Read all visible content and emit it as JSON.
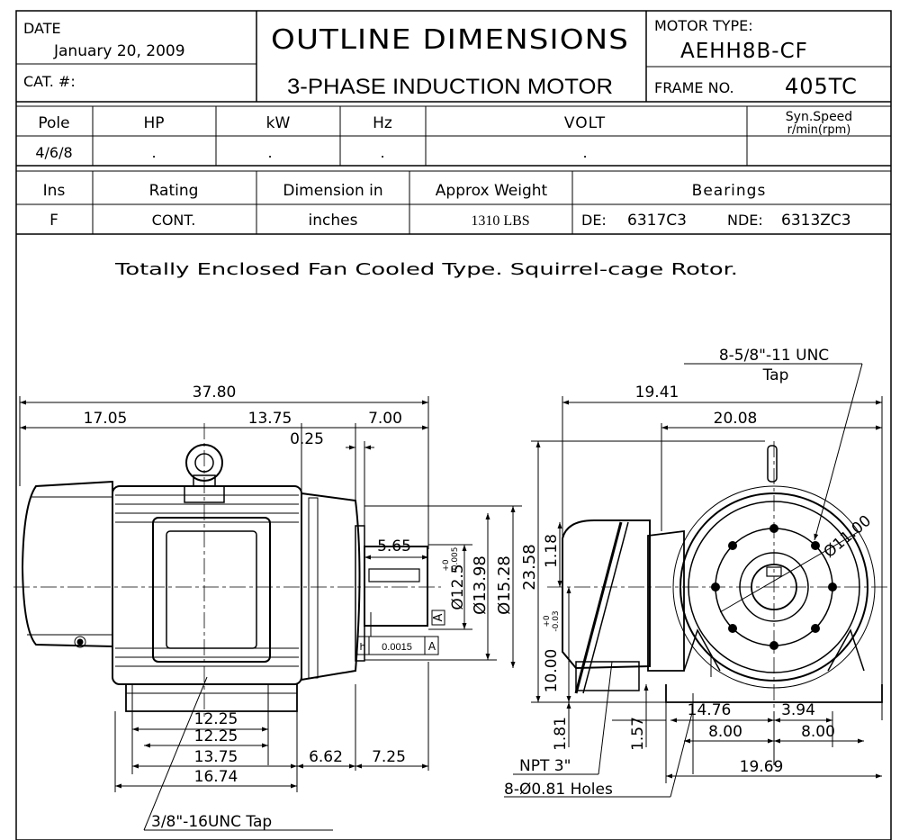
{
  "header": {
    "date_label": "DATE",
    "date_value": "January 20, 2009",
    "cat_label": "CAT. #:",
    "title_line1": "OUTLINE DIMENSIONS",
    "title_line2": "3-PHASE INDUCTION MOTOR",
    "motor_type_label": "MOTOR TYPE:",
    "motor_type_value": "AEHH8B-CF",
    "frame_label": "FRAME NO.",
    "frame_value": "405TC"
  },
  "rating_table": {
    "headers": [
      "Pole",
      "HP",
      "kW",
      "Hz",
      "VOLT",
      "Syn.Speed",
      "r/min(rpm)"
    ],
    "values": [
      "4/6/8",
      ".",
      ".",
      ".",
      "."
    ]
  },
  "spec_table": {
    "headers": [
      "Ins",
      "Rating",
      "Dimension in",
      "Approx Weight",
      "Bearings"
    ],
    "ins": "F",
    "rating": "CONT.",
    "dimension": "inches",
    "weight": "1310 LBS",
    "de_label": "DE:",
    "de_value": "6317C3",
    "nde_label": "NDE:",
    "nde_value": "6313ZC3"
  },
  "description": "Totally Enclosed Fan Cooled Type. Squirrel-cage Rotor.",
  "side_view": {
    "overall_length": "37.80",
    "seg_rear": "17.05",
    "seg_mid": "13.75",
    "seg_shaft": "7.00",
    "shoulder": "0.25",
    "keyway_length": "5.65",
    "shaft_dia": "Ø12.5",
    "shaft_tol_plus": "+0",
    "shaft_tol_minus": "-0.005",
    "dia_mid": "Ø13.98",
    "dia_flange": "Ø15.28",
    "datum": "A",
    "runout_symbol": "h",
    "runout_value": "0.0015",
    "runout_datum": "A",
    "base_a": "12.25",
    "base_b": "12.25",
    "base_c": "13.75",
    "base_d": "16.74",
    "base_e": "6.62",
    "base_f": "7.25",
    "tap_note": "3/8\"-16UNC Tap"
  },
  "end_view": {
    "tap_note_1": "8-5/8\"-11 UNC",
    "tap_note_2": "Tap",
    "width_top": "19.41",
    "width_flange": "20.08",
    "height_total": "23.58",
    "key_height": "1.18",
    "shaft_height": "10.00",
    "shaft_tol_plus": "+0",
    "shaft_tol_minus": "-0.03",
    "foot_height": "1.81",
    "foot_offset": "1.57",
    "bolt_circle": "Ø11.00",
    "dim_1476": "14.76",
    "dim_394": "3.94",
    "dim_800a": "8.00",
    "dim_800b": "8.00",
    "dim_1969": "19.69",
    "npt": "NPT 3\"",
    "holes": "8-Ø0.81 Holes"
  }
}
